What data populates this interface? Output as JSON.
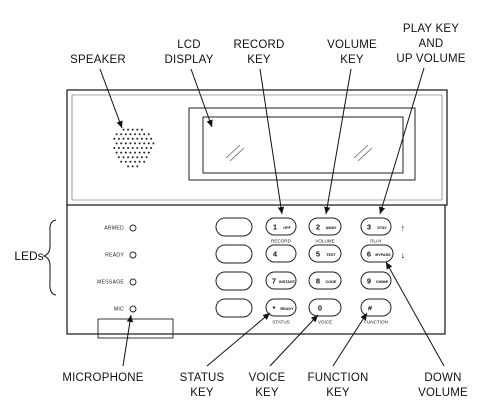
{
  "callouts": {
    "speaker": "SPEAKER",
    "lcd_display": [
      "LCD",
      "DISPLAY"
    ],
    "record_key": [
      "RECORD",
      "KEY"
    ],
    "volume_key": [
      "VOLUME",
      "KEY"
    ],
    "play_key": [
      "PLAY KEY",
      "AND",
      "UP VOLUME"
    ],
    "leds": "LEDs",
    "microphone": "MICROPHONE",
    "status_key": [
      "STATUS",
      "KEY"
    ],
    "voice_key": [
      "VOICE",
      "KEY"
    ],
    "function_key": [
      "FUNCTION",
      "KEY"
    ],
    "down_volume": [
      "DOWN",
      "VOLUME"
    ]
  },
  "indicators": {
    "armed": "ARMED",
    "ready": "READY",
    "message": "MESSAGE",
    "mic": "MIC"
  },
  "keys": {
    "k1": {
      "num": "1",
      "fn": "OFF",
      "below": "RECORD"
    },
    "k2": {
      "num": "2",
      "fn": "AWAY",
      "below": "VOLUME"
    },
    "k3": {
      "num": "3",
      "fn": "STAY",
      "below": "PLAY"
    },
    "k4": {
      "num": "4",
      "fn": "",
      "below": ""
    },
    "k5": {
      "num": "5",
      "fn": "TEST",
      "below": ""
    },
    "k6": {
      "num": "6",
      "fn": "BYPASS",
      "below": ""
    },
    "k7": {
      "num": "7",
      "fn": "INSTANT",
      "below": ""
    },
    "k8": {
      "num": "8",
      "fn": "CODE",
      "below": ""
    },
    "k9": {
      "num": "9",
      "fn": "CHIME",
      "below": ""
    },
    "kstar": {
      "num": "*",
      "fn": "READY",
      "below": "STATUS"
    },
    "k0": {
      "num": "0",
      "fn": "",
      "below": "VOICE"
    },
    "khash": {
      "num": "#",
      "fn": "",
      "below": "FUNCTION"
    }
  },
  "arrows": {
    "up": "↑",
    "down": "↓"
  }
}
